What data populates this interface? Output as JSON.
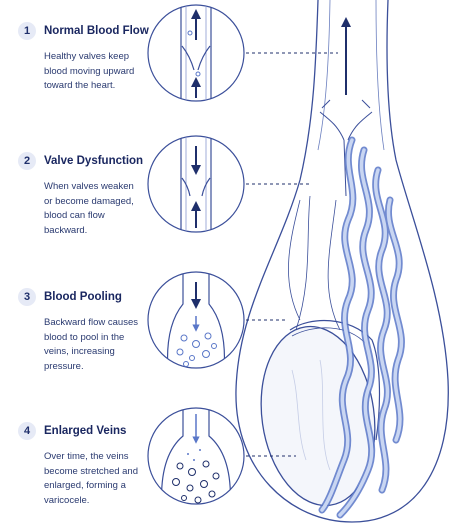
{
  "steps": [
    {
      "number": "1",
      "title": "Normal Blood Flow",
      "description": "Healthy valves keep blood moving upward toward the heart."
    },
    {
      "number": "2",
      "title": "Valve Dysfunction",
      "description": "When valves weaken or become damaged, blood can flow backward."
    },
    {
      "number": "3",
      "title": "Blood Pooling",
      "description": "Backward flow causes blood to pool in the veins, increasing pressure."
    },
    {
      "number": "4",
      "title": "Enlarged Veins",
      "description": "Over time, the veins become stretched and enlarged, forming a varicocele."
    }
  ],
  "colors": {
    "navy": "#1f2f6b",
    "line": "#3b4f9a",
    "vein_fill": "#c9d6f2",
    "vein_stroke": "#5a77c8",
    "badge_bg": "#e6eaf6"
  }
}
